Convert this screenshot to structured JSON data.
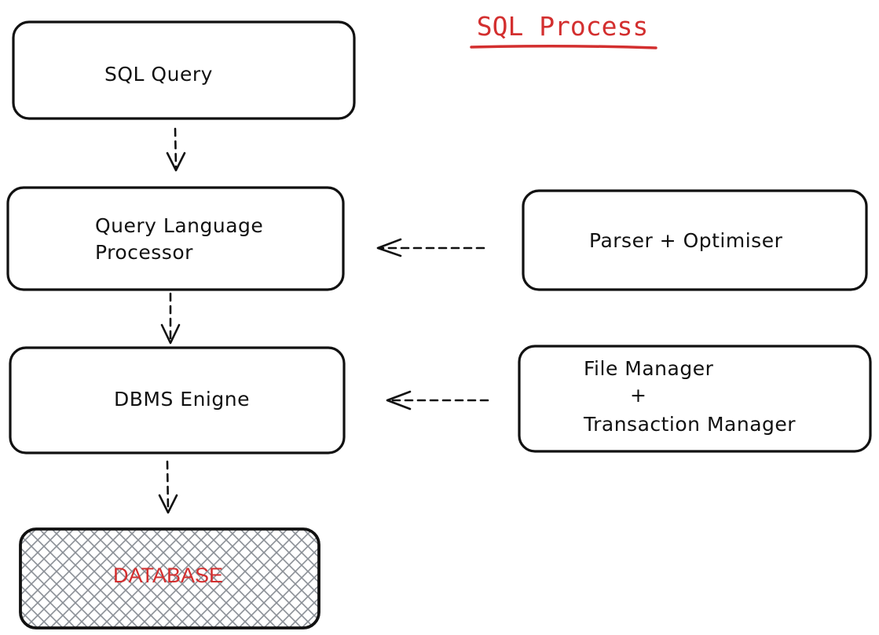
{
  "title": "SQL Process",
  "accent_color": "#d32f2f",
  "boxes": {
    "sql_query": {
      "label": "SQL Query"
    },
    "query_processor": {
      "line1": "Query Language",
      "line2": "Processor"
    },
    "dbms_engine": {
      "label": "DBMS Enigne"
    },
    "parser_optimiser": {
      "label": "Parser + Optimiser"
    },
    "file_transaction": {
      "line1": "File Manager",
      "line2": "+",
      "line3": "Transaction Manager"
    },
    "database": {
      "label": "DATABASE"
    }
  }
}
